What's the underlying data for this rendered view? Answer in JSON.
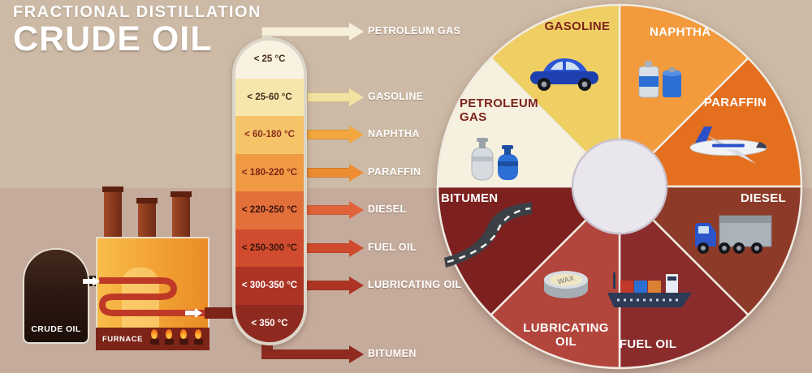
{
  "title": {
    "line1": "FRACTIONAL DISTILLATION",
    "line2": "CRUDE OIL"
  },
  "colors": {
    "background_top": "#cdbaa6",
    "background_bottom": "#c5ab9c",
    "column_border": "#dcd5c9",
    "wheel_center": "#eae6ee",
    "wheel_divider": "#f1ece2"
  },
  "factory": {
    "crude_oil_label": "CRUDE OIL",
    "furnace_label": "FURNACE"
  },
  "column_segments": [
    {
      "temp": "< 25 °C",
      "fill": "#f9f2e0",
      "text": "#472c1b"
    },
    {
      "temp": "< 25-60 °C",
      "fill": "#f7e6ac",
      "text": "#472c1b"
    },
    {
      "temp": "< 60-180 °C",
      "fill": "#f5c368",
      "text": "#8a2f1b"
    },
    {
      "temp": "< 180-220 °C",
      "fill": "#f09a44",
      "text": "#7c2415"
    },
    {
      "temp": "< 220-250 °C",
      "fill": "#e36f3a",
      "text": "#38160d"
    },
    {
      "temp": "< 250-300 °C",
      "fill": "#d14c2e",
      "text": "#38160d"
    },
    {
      "temp": "< 300-350 °C",
      "fill": "#ad3425",
      "text": "#ffffff"
    },
    {
      "temp": "< 350 °C",
      "fill": "#8f2a20",
      "text": "#ffffff"
    }
  ],
  "products": [
    {
      "name": "PETROLEUM GAS",
      "arrow": "#f6efdc"
    },
    {
      "name": "GASOLINE",
      "arrow": "#f2e3a2"
    },
    {
      "name": "NAPHTHA",
      "arrow": "#f2a73e"
    },
    {
      "name": "PARAFFIN",
      "arrow": "#ee8c33"
    },
    {
      "name": "DIESEL",
      "arrow": "#e0633a"
    },
    {
      "name": "FUEL OIL",
      "arrow": "#cf4a2e"
    },
    {
      "name": "LUBRICATING OIL",
      "arrow": "#ad3425"
    },
    {
      "name": "BITUMEN",
      "arrow": "#8f2a20"
    }
  ],
  "wheel_slices": [
    {
      "label": "NAPHTHA",
      "lines": [
        "NAPHTHA"
      ],
      "fill": "#f29a3c",
      "label_color": "#ffffff",
      "icon": "naphtha-cans-icon"
    },
    {
      "label": "PARAFFIN",
      "lines": [
        "PARAFFIN"
      ],
      "fill": "#e4701f",
      "label_color": "#ffffff",
      "icon": "airplane-icon"
    },
    {
      "label": "DIESEL",
      "lines": [
        "DIESEL"
      ],
      "fill": "#8e3a28",
      "label_color": "#ffffff",
      "icon": "truck-icon"
    },
    {
      "label": "FUEL OIL",
      "lines": [
        "FUEL OIL"
      ],
      "fill": "#8a2c2c",
      "label_color": "#ffffff",
      "icon": "ship-icon"
    },
    {
      "label": "LUBRICATING OIL",
      "lines": [
        "LUBRICATING",
        "OIL"
      ],
      "fill": "#b2453c",
      "label_color": "#ffffff",
      "icon": "wax-tin-icon"
    },
    {
      "label": "BITUMEN",
      "lines": [
        "BITUMEN"
      ],
      "fill": "#7c2120",
      "label_color": "#ffffff",
      "icon": "road-icon"
    },
    {
      "label": "PETROLEUM GAS",
      "lines": [
        "PETROLEUM",
        "GAS"
      ],
      "fill": "#f6f0de",
      "label_color": "#7c231c",
      "icon": "gas-cylinders-icon"
    },
    {
      "label": "GASOLINE",
      "lines": [
        "GASOLINE"
      ],
      "fill": "#efce63",
      "label_color": "#7c231c",
      "icon": "car-icon"
    }
  ],
  "wax_tin_text": "WAX"
}
